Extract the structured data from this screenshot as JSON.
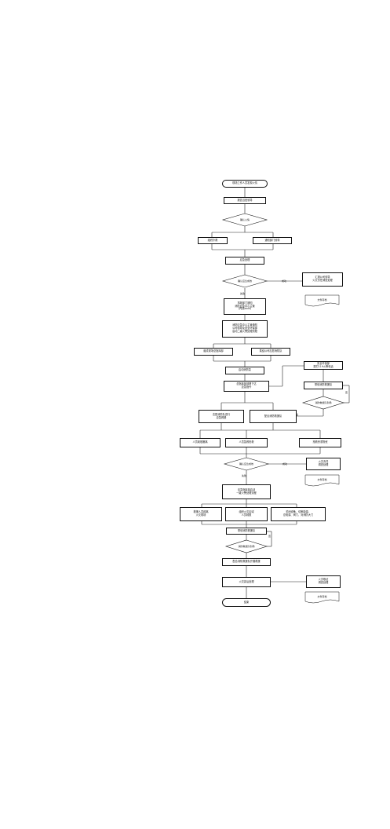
{
  "flowchart": {
    "start": "现场工作人员发现火情",
    "report": "报告当班领导",
    "confirm_fire": "确认火情",
    "organize_fight": "组织扑救",
    "notify_dept": "通知部门领导",
    "emergency_handling": "应急处理",
    "confirm_ok_1": "确认应急成效",
    "success_1": "成功",
    "report_company": "汇报公司领导\n火灾责任调查处理",
    "file_1": "文件存档",
    "fail_1": "失败",
    "notify_center": "事故部门通知\n消防应急中心主管\n(内线xxxx)",
    "center_notify": "消防应急中心主管通知\n公司领导及安全环保部\n启动二级火警处理流程",
    "field_command": "组成现场总指挥部",
    "mobilize_team": "集结公司志愿消防队",
    "start_fire_pump": "启动消防泵",
    "command_order": "总指挥部部署下达\n应急指令",
    "safety_call": "安全环保部\n拨打119火警电话",
    "guide_brigade": "带领消防救援队",
    "brigade_arrive_1": "消防救援队到场",
    "yes_1": "是",
    "no_1": "否",
    "volunteer_action": "志愿消防队进行\n应急救援",
    "assist_brigade": "配合消防救援队",
    "evacuation": "人员疏散撤离",
    "rescue": "人员急救抢救",
    "material_transfer": "抢救贵重物资",
    "confirm_ok_2": "确认应急成效",
    "success_2": "成功",
    "investigation": "火灾责任\n调查处理",
    "file_2": "文件存档",
    "fail_2": "失败",
    "emergency_command": "应急指挥部启动\n一级火警处理流程",
    "organize_evac": "救援人员疏离\n火灾现场",
    "isolate": "组织火灾区域\n人员疏散",
    "shutdown": "关闭设备、切断能源、\n总电源、阀门、对消防大门",
    "guide_brigade_2": "带领消防救援队",
    "brigade_arrive_2": "消防救援队到场",
    "no_2": "否",
    "cooperate": "配合消防救援队开展救援",
    "fire_control": "火灾善后处理",
    "investigation_2": "火灾取证\n调查处理",
    "file_3": "文件存档",
    "end": "结束"
  }
}
